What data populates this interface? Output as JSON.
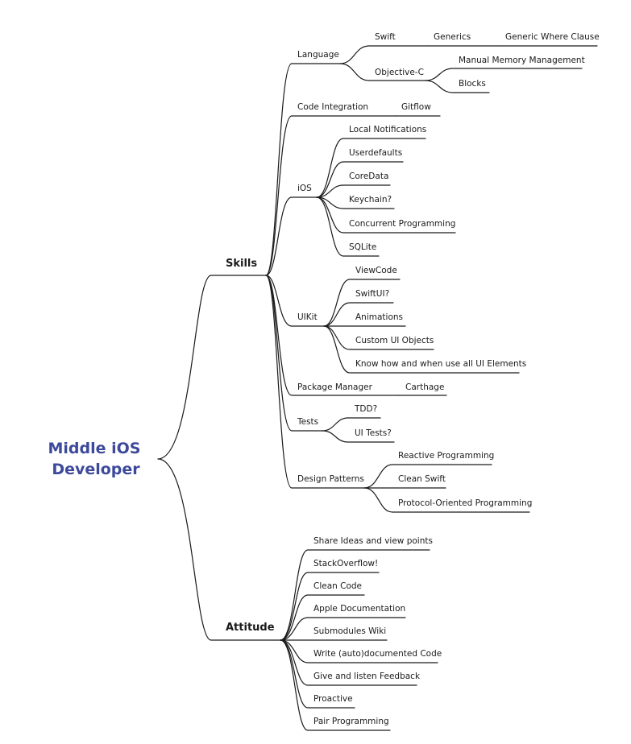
{
  "root": {
    "line1": "Middle iOS",
    "line2": "Developer"
  },
  "branches": {
    "skills": {
      "label": "Skills",
      "language": {
        "label": "Language",
        "swift": {
          "label": "Swift",
          "generics": "Generics",
          "generic_where": "Generic Where Clause"
        },
        "objc": {
          "label": "Objective-C",
          "memory": "Manual Memory Management",
          "blocks": "Blocks"
        }
      },
      "code_integration": {
        "label": "Code Integration",
        "gitflow": "Gitflow"
      },
      "ios": {
        "label": "iOS",
        "items": [
          "Local Notifications",
          "Userdefaults",
          "CoreData",
          "Keychain?",
          "Concurrent Programming",
          "SQLite"
        ]
      },
      "uikit": {
        "label": "UIKit",
        "items": [
          "ViewCode",
          "SwiftUI?",
          "Animations",
          "Custom UI Objects",
          "Know how and when use all UI Elements"
        ]
      },
      "package_manager": {
        "label": "Package Manager",
        "carthage": "Carthage"
      },
      "tests": {
        "label": "Tests",
        "items": [
          "TDD?",
          "UI Tests?"
        ]
      },
      "design_patterns": {
        "label": "Design Patterns",
        "items": [
          "Reactive Programming",
          "Clean Swift",
          "Protocol-Oriented Programming"
        ]
      }
    },
    "attitude": {
      "label": "Attitude",
      "items": [
        "Share Ideas and view points",
        "StackOverflow!",
        "Clean Code",
        "Apple Documentation",
        "Submodules Wiki",
        "Write (auto)documented Code",
        "Give and listen Feedback",
        "Proactive",
        "Pair Programming"
      ]
    }
  }
}
